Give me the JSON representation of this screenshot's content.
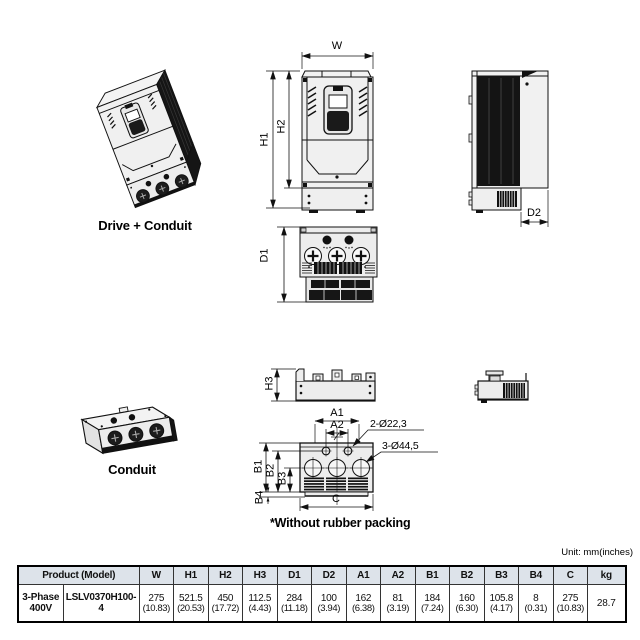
{
  "page": {
    "unit_label": "Unit: mm(inches)",
    "note": "*Without rubber packing",
    "centerline_symbol": "℄"
  },
  "captions": {
    "drive_conduit": "Drive + Conduit",
    "conduit": "Conduit"
  },
  "dimension_labels": {
    "w": "W",
    "h1": "H1",
    "h2": "H2",
    "h3": "H3",
    "d1": "D1",
    "d2": "D2",
    "a1": "A1",
    "a2": "A2",
    "b1": "B1",
    "b2": "B2",
    "b3": "B3",
    "b4": "B4",
    "c": "C"
  },
  "callouts": {
    "small_holes": "2-Ø22,3",
    "large_holes": "3-Ø44,5"
  },
  "table": {
    "product_header": "Product (Model)",
    "columns": [
      "W",
      "H1",
      "H2",
      "H3",
      "D1",
      "D2",
      "A1",
      "A2",
      "B1",
      "B2",
      "B3",
      "B4",
      "C",
      "kg"
    ],
    "row": {
      "phase": "3-Phase",
      "voltage": "400V",
      "model": "LSLV0370H100-4",
      "values_mm": [
        "275",
        "521.5",
        "450",
        "112.5",
        "284",
        "100",
        "162",
        "81",
        "184",
        "160",
        "105.8",
        "8",
        "275"
      ],
      "values_in": [
        "(10.83)",
        "(20.53)",
        "(17.72)",
        "(4.43)",
        "(11.18)",
        "(3.94)",
        "(6.38)",
        "(3.19)",
        "(7.24)",
        "(6.30)",
        "(4.17)",
        "(0.31)",
        "(10.83)"
      ],
      "weight_kg": "28.7"
    }
  }
}
